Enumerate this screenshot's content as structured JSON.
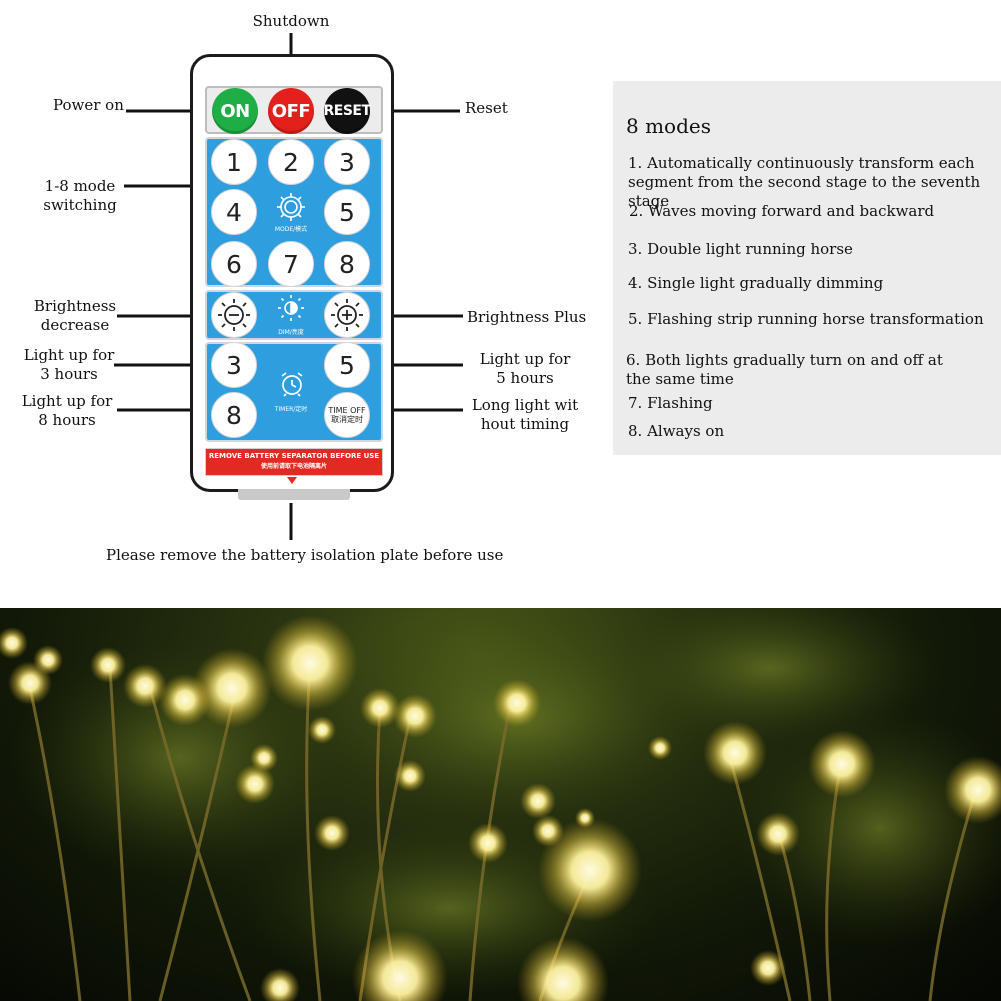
{
  "callouts": {
    "shutdown": "Shutdown",
    "power_on": "Power on",
    "reset": "Reset",
    "mode_switching_1": "1-8 mode",
    "mode_switching_2": "switching",
    "brightness_decrease_1": "Brightness",
    "brightness_decrease_2": "decrease",
    "brightness_plus": "Brightness Plus",
    "light_3h_1": "Light up for",
    "light_3h_2": "3 hours",
    "light_5h_1": "Light up for",
    "light_5h_2": "5 hours",
    "light_8h_1": "Light up for",
    "light_8h_2": "8 hours",
    "long_light_1": "Long light wit",
    "long_light_2": "hout timing",
    "battery_note": "Please remove the battery isolation plate before use"
  },
  "remote": {
    "on_label": "ON",
    "off_label": "OFF",
    "reset_label": "RESET",
    "mode_buttons": [
      "1",
      "2",
      "3",
      "4",
      "5",
      "6",
      "7",
      "8"
    ],
    "mode_caption": "MODE/模式",
    "dim_caption": "DIM/亮度",
    "timer_buttons": [
      "3",
      "5",
      "8"
    ],
    "timer_caption": "TIMER/定时",
    "time_off_line1": "TIME OFF",
    "time_off_line2": "取消定时",
    "warning_line1": "REMOVE BATTERY SEPARATOR BEFORE USE",
    "warning_line2": "使用前请取下电池隔离片",
    "colors": {
      "on": "#1fae45",
      "off": "#e3201b",
      "reset": "#111111",
      "pad": "#2f9ede",
      "warning": "#e32a22"
    }
  },
  "modes_panel": {
    "title": "8 modes",
    "items": [
      [
        "1. Automatically continuously transform each",
        "segment from the second stage to the seventh stage"
      ],
      [
        "2. Waves moving forward and backward"
      ],
      [
        "3. Double light running horse"
      ],
      [
        "4. Single light gradually dimming"
      ],
      [
        "5. Flashing strip running horse transformation"
      ],
      [
        "6. Both lights gradually turn on and off at",
        "the same time"
      ],
      [
        "7. Flashing"
      ],
      [
        "8. Always on"
      ]
    ]
  }
}
